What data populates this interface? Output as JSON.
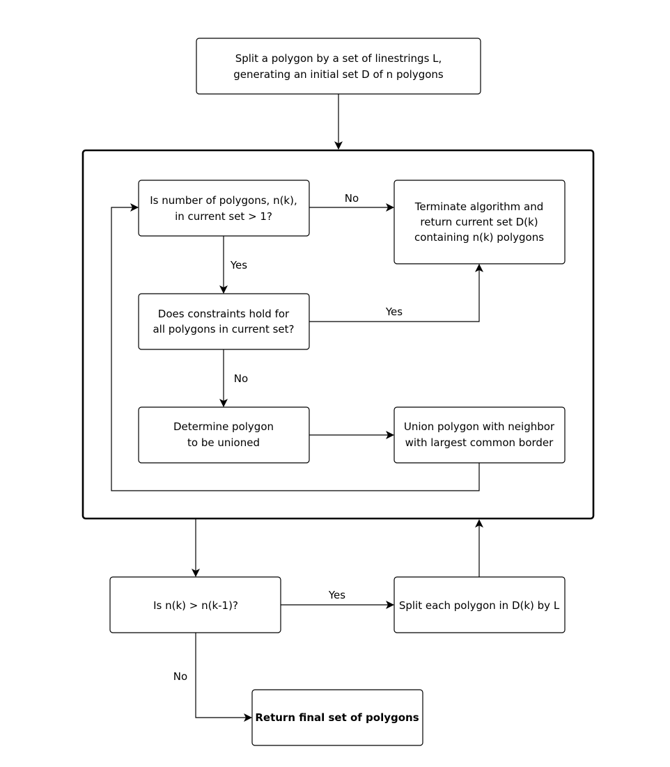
{
  "nodes": {
    "split_initial": {
      "lines": [
        "Split a polygon by a set of linestrings L,",
        "generating an initial set D of n polygons"
      ]
    },
    "check_count": {
      "lines": [
        "Is number of polygons, n(k),",
        "in current set > 1?"
      ]
    },
    "terminate": {
      "lines": [
        "Terminate algorithm and",
        "return current set D(k)",
        "containing n(k) polygons"
      ]
    },
    "check_constraints": {
      "lines": [
        "Does constraints hold for",
        "all polygons in current set?"
      ]
    },
    "determine_polygon": {
      "lines": [
        "Determine polygon",
        "to be unioned"
      ]
    },
    "union_neighbor": {
      "lines": [
        "Union polygon with neighbor",
        "with largest common border"
      ]
    },
    "compare_counts": {
      "lines": [
        "Is n(k) > n(k-1)?"
      ]
    },
    "split_each": {
      "lines": [
        "Split each polygon in D(k) by  L"
      ]
    },
    "return_final": {
      "lines": [
        "Return final set of polygons"
      ]
    }
  },
  "edges": {
    "count_no": "No",
    "count_yes": "Yes",
    "constraints_yes": "Yes",
    "constraints_no": "No",
    "compare_yes": "Yes",
    "compare_no": "No"
  },
  "colors": {
    "stroke": "#000000",
    "background": "#ffffff"
  }
}
